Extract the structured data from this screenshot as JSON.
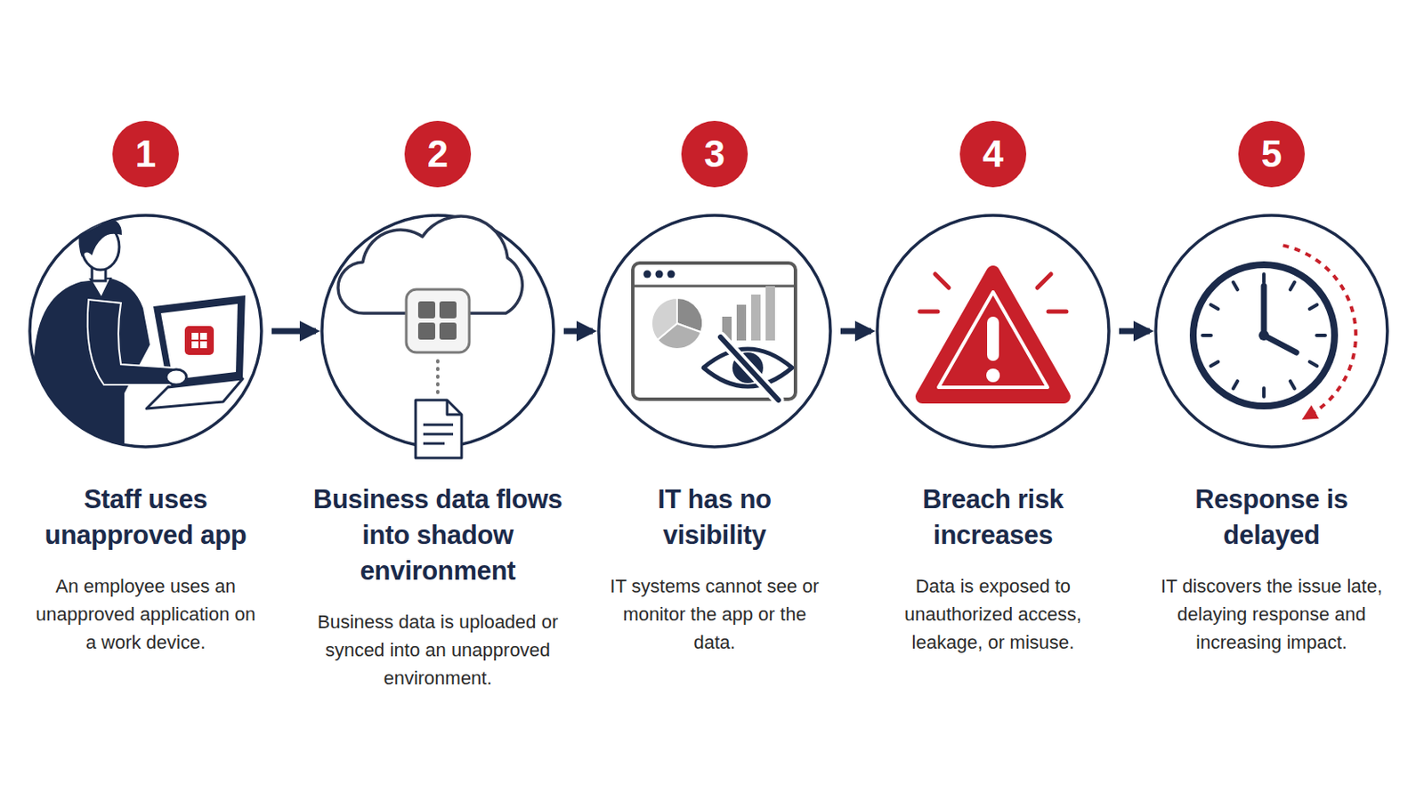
{
  "diagram": {
    "nodes": [
      {
        "text": [
          "Staff uses unapproved app",
          "An employee uses an unapproved application on a work device."
        ]
      },
      {
        "text": [
          "Business data flows into shadow environment",
          "Business data is uploaded or synced into an unapproved environment."
        ]
      },
      {
        "text": [
          "IT has no visibility",
          "IT systems cannot see or monitor the app or the data."
        ]
      },
      {
        "text": [
          "Breach risk increases",
          "Data is exposed to unauthorized access, leakage, or misuse."
        ]
      },
      {
        "text": [
          "Response is delayed",
          "IT discovers the issue late, delaying response and increasing impact."
        ]
      }
    ],
    "edges": [
      {
        "from": 0,
        "to": 1,
        "arrow": "to"
      },
      {
        "from": 1,
        "to": 2,
        "arrow": "to"
      },
      {
        "from": 2,
        "to": 3,
        "arrow": "to"
      },
      {
        "from": 3,
        "to": 4,
        "arrow": "to"
      }
    ],
    "labels": [
      "1",
      "2",
      "3",
      "4",
      "5"
    ]
  }
}
